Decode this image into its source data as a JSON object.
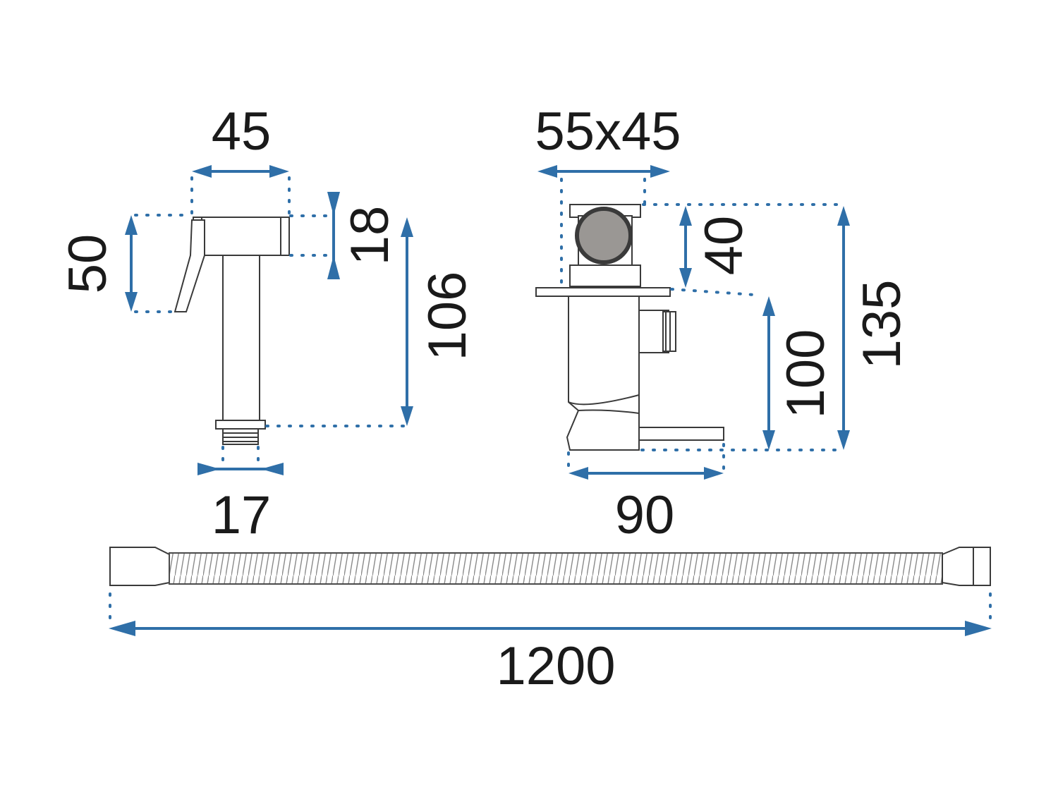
{
  "colors": {
    "dimension": "#2f6fa8",
    "outline": "#3a3a3a",
    "text": "#1a1a1a"
  },
  "hand_shower": {
    "width_label": "45",
    "height_label": "50",
    "head_label": "18",
    "length_label": "106",
    "thread_label": "17"
  },
  "valve": {
    "plate_label": "55x45",
    "body_label": "40",
    "outlet_label": "100",
    "total_label": "135",
    "depth_label": "90"
  },
  "hose": {
    "length_label": "1200"
  }
}
